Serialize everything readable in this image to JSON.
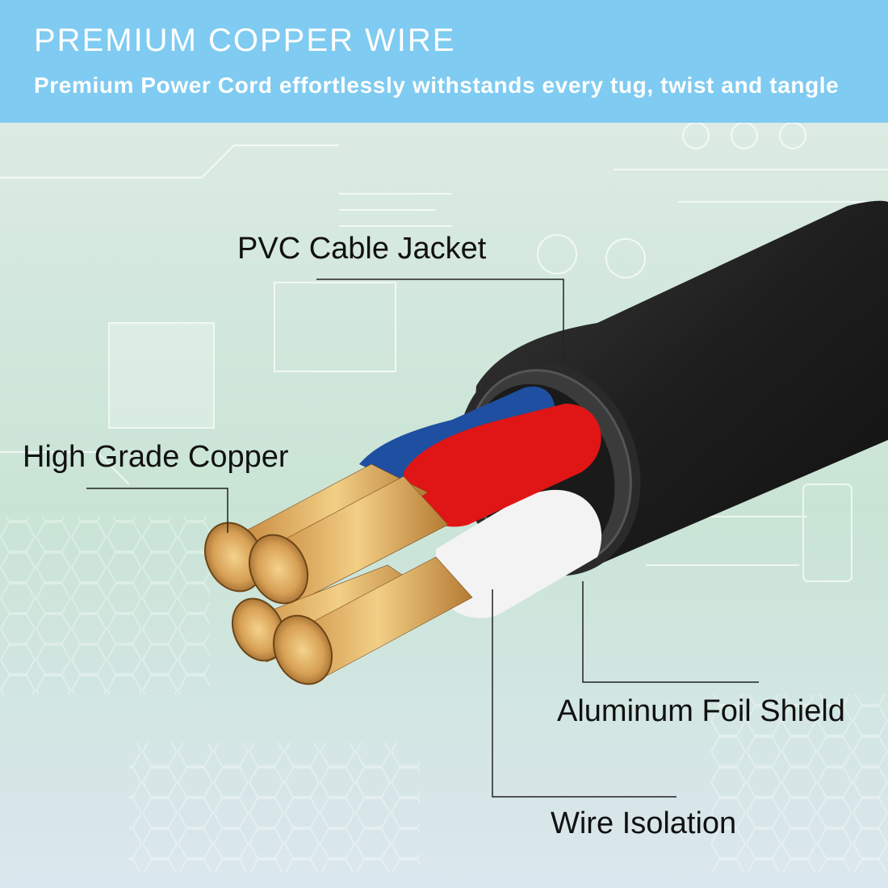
{
  "banner": {
    "title": "PREMIUM COPPER WIRE",
    "subtitle": "Premium Power Cord effortlessly withstands every tug, twist and tangle"
  },
  "callouts": {
    "jacket": "PVC Cable Jacket",
    "copper": "High Grade Copper",
    "foil": "Aluminum Foil Shield",
    "isolation": "Wire Isolation"
  },
  "colors": {
    "banner": "#7fcbf1",
    "background": "#cfe6da",
    "jacket": "#232323",
    "blue_wire": "#1e4fa0",
    "red_wire": "#e01515",
    "white_wire": "#f2f2f2",
    "copper": "#d9a55a"
  }
}
